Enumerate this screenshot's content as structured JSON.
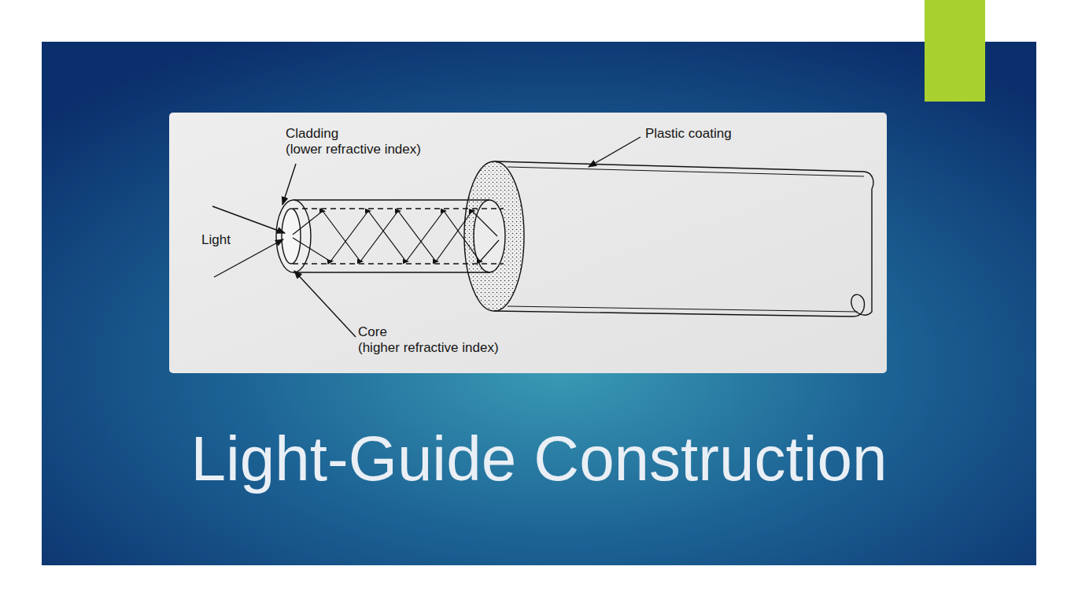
{
  "diagram": {
    "title": "Light-Guide Construction",
    "labels": [
      "Cladding",
      "(lower refractive index)",
      "Plastic coating",
      "Light",
      "Core",
      "(higher refractive index)"
    ]
  }
}
